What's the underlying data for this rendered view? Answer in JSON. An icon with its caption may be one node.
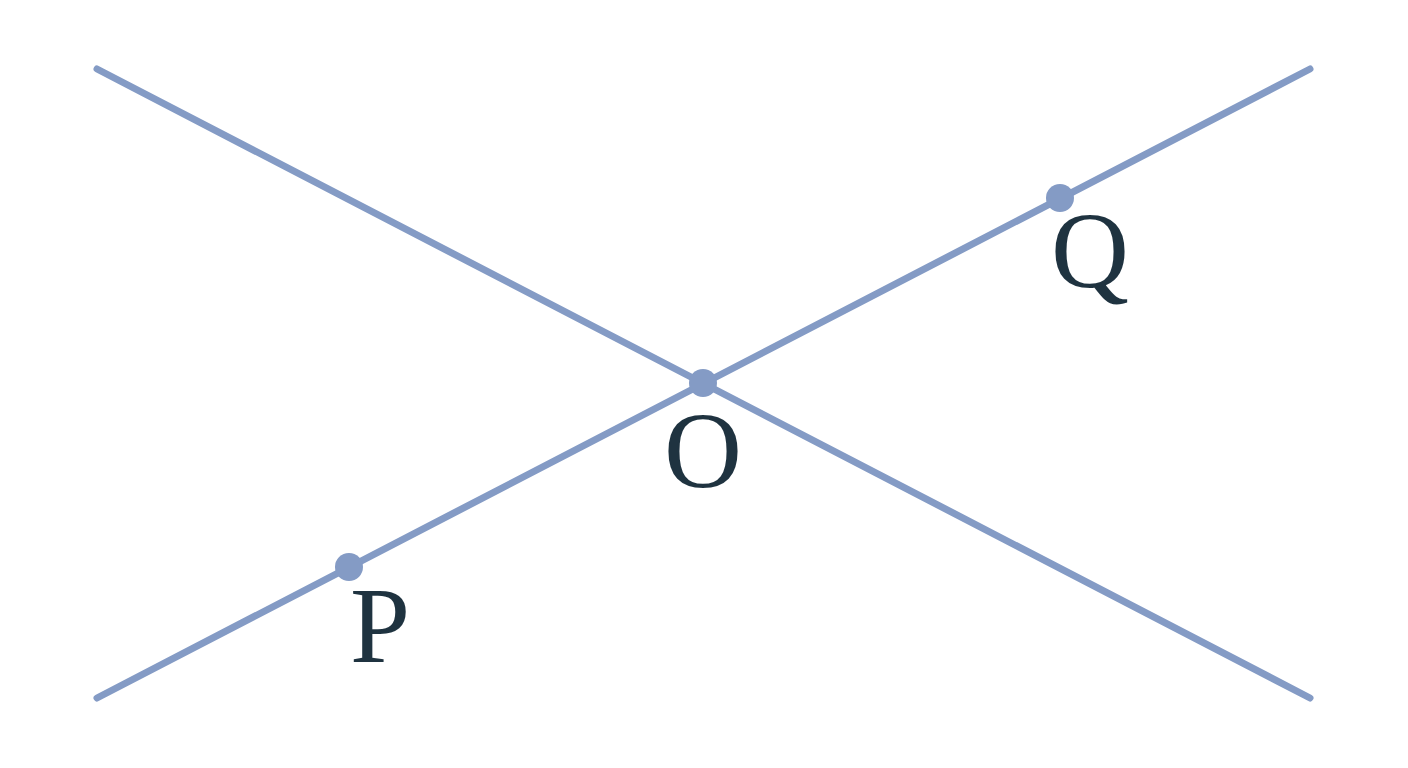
{
  "diagram": {
    "labels": [
      "Q",
      "O",
      "P"
    ]
  }
}
